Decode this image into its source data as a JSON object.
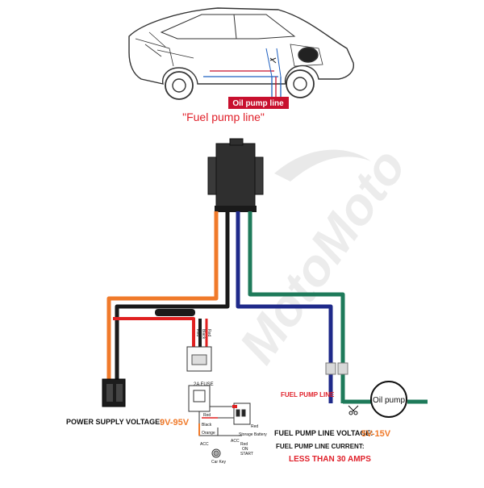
{
  "header": {
    "oil_pump_line_tag": "Oil pump line",
    "fuel_pump_line_quote": "\"Fuel pump line\""
  },
  "watermark": {
    "text": "MotoMoto"
  },
  "labels": {
    "power_supply_title": "POWER SUPPLY VOLTAGE:",
    "power_supply_value": "9V-95V",
    "fuel_pump_line": "FUEL PUMP LINE",
    "fuel_pump_voltage_title": "FUEL PUMP LINE VOLTAGE:",
    "fuel_pump_voltage_value": "5V-15V",
    "fuel_pump_current_title": "FUEL PUMP LINE CURRENT:",
    "fuel_pump_current_value": "LESS THAN 30 AMPS",
    "oil_pump": "Oil pump"
  },
  "wiring_labels": {
    "fuse": "2A FUSE",
    "red_a": "Red",
    "black": "Black",
    "red_b": "Red",
    "orange": "Orange",
    "acc_a": "ACC",
    "acc_b": "ACC",
    "storage_battery": "Storage Battery",
    "red_c": "Red",
    "on": "ON",
    "start": "START",
    "car_key": "Car Key"
  },
  "connector_pin_labels": [
    "Red",
    "Black",
    "Red"
  ],
  "colors": {
    "orange_wire": "#f07a2a",
    "black_wire": "#1a1a1a",
    "red_wire": "#e02020",
    "green_wire": "#1e7a5a",
    "blue_wire": "#1f2a8a",
    "accent_red": "#e0202a",
    "tag_bg": "#c8102e"
  },
  "icons": [
    "relay-icon",
    "scissors-icon",
    "ignition-key-icon",
    "fuse-icon",
    "connector-icon",
    "car-outline-icon"
  ]
}
